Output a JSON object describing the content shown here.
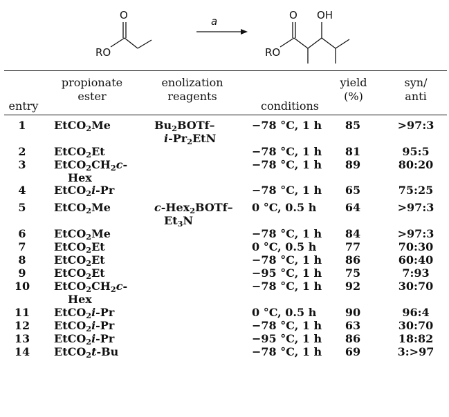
{
  "scheme": {
    "reactant_group": "RO",
    "arrow_label": "a",
    "product_group": "RO",
    "product_substituent": "OH",
    "carbonyl_atom": "O"
  },
  "headers": {
    "entry": "entry",
    "ester": [
      "propionate",
      "ester"
    ],
    "reagents": [
      "enolization",
      "reagents"
    ],
    "conditions": "conditions",
    "yield": [
      "yield",
      "(%)"
    ],
    "ratio": [
      "syn/",
      "anti"
    ]
  },
  "rows": [
    {
      "entry": "1",
      "ester": [
        "EtCO<sub>2</sub>Me"
      ],
      "reagents": [
        "Bu<sub>2</sub>BOTf–",
        "<i>i</i>-Pr<sub>2</sub>EtN"
      ],
      "conditions": "−78 °C, 1 h",
      "yield": "85",
      "ratio": ">97:3"
    },
    {
      "entry": "2",
      "ester": [
        "EtCO<sub>2</sub>Et"
      ],
      "reagents": [],
      "conditions": "−78 °C, 1 h",
      "yield": "81",
      "ratio": "95:5"
    },
    {
      "entry": "3",
      "ester": [
        "EtCO<sub>2</sub>CH<sub>2</sub><i>c</i>-",
        "Hex"
      ],
      "reagents": [],
      "conditions": "−78 °C, 1 h",
      "yield": "89",
      "ratio": "80:20"
    },
    {
      "entry": "4",
      "ester": [
        "EtCO<sub>2</sub><i>i</i>-Pr"
      ],
      "reagents": [],
      "conditions": "−78 °C, 1 h",
      "yield": "65",
      "ratio": "75:25"
    },
    {
      "entry": "5",
      "ester": [
        "EtCO<sub>2</sub>Me"
      ],
      "reagents": [
        "<i>c</i>-Hex<sub>2</sub>BOTf–",
        "Et<sub>3</sub>N"
      ],
      "conditions": "0 °C, 0.5 h",
      "yield": "64",
      "ratio": ">97:3"
    },
    {
      "entry": "6",
      "ester": [
        "EtCO<sub>2</sub>Me"
      ],
      "reagents": [],
      "conditions": "−78 °C, 1 h",
      "yield": "84",
      "ratio": ">97:3"
    },
    {
      "entry": "7",
      "ester": [
        "EtCO<sub>2</sub>Et"
      ],
      "reagents": [],
      "conditions": "0 °C, 0.5 h",
      "yield": "77",
      "ratio": "70:30"
    },
    {
      "entry": "8",
      "ester": [
        "EtCO<sub>2</sub>Et"
      ],
      "reagents": [],
      "conditions": "−78 °C, 1 h",
      "yield": "86",
      "ratio": "60:40"
    },
    {
      "entry": "9",
      "ester": [
        "EtCO<sub>2</sub>Et"
      ],
      "reagents": [],
      "conditions": "−95 °C, 1 h",
      "yield": "75",
      "ratio": "7:93"
    },
    {
      "entry": "10",
      "ester": [
        "EtCO<sub>2</sub>CH<sub>2</sub><i>c</i>-",
        "Hex"
      ],
      "reagents": [],
      "conditions": "−78 °C, 1 h",
      "yield": "92",
      "ratio": "30:70"
    },
    {
      "entry": "11",
      "ester": [
        "EtCO<sub>2</sub><i>i</i>-Pr"
      ],
      "reagents": [],
      "conditions": "0 °C, 0.5 h",
      "yield": "90",
      "ratio": "96:4"
    },
    {
      "entry": "12",
      "ester": [
        "EtCO<sub>2</sub><i>i</i>-Pr"
      ],
      "reagents": [],
      "conditions": "−78 °C, 1 h",
      "yield": "63",
      "ratio": "30:70"
    },
    {
      "entry": "13",
      "ester": [
        "EtCO<sub>2</sub><i>i</i>-Pr"
      ],
      "reagents": [],
      "conditions": "−95 °C, 1 h",
      "yield": "86",
      "ratio": "18:82"
    },
    {
      "entry": "14",
      "ester": [
        "EtCO<sub>2</sub><i>t</i>-Bu"
      ],
      "reagents": [],
      "conditions": "−78 °C, 1 h",
      "yield": "69",
      "ratio": "3:>97"
    }
  ]
}
